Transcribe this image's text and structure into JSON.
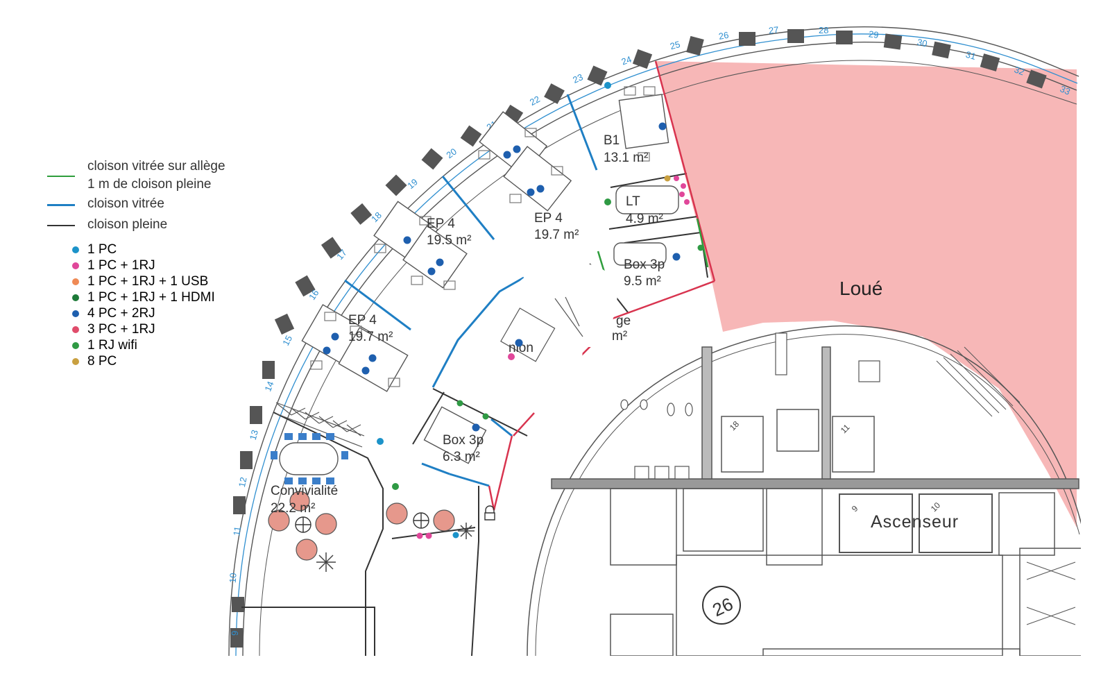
{
  "legend": {
    "lines": [
      {
        "label_1": "cloison vitrée sur allège",
        "label_2": "1 m de cloison pleine",
        "color": "#2e9d3c"
      },
      {
        "label": "cloison vitrée",
        "color": "#1f7fc4"
      },
      {
        "label": "cloison pleine",
        "color": "#333333"
      }
    ],
    "dots": [
      {
        "label": "1 PC",
        "color": "#1c93c9"
      },
      {
        "label": "1 PC + 1RJ",
        "color": "#e0479a"
      },
      {
        "label": "1 PC + 1RJ + 1 USB",
        "color": "#ef8a55"
      },
      {
        "label": "1 PC + 1RJ + 1 HDMI",
        "color": "#1d7a38"
      },
      {
        "label": "4 PC + 2RJ",
        "color": "#1e5fae"
      },
      {
        "label": "3 PC + 1RJ",
        "color": "#e04c6b"
      },
      {
        "label": "1 RJ wifi",
        "color": "#2f9a44"
      },
      {
        "label": "8 PC",
        "color": "#c9a040"
      }
    ]
  },
  "rooms": {
    "ep4_a": {
      "name": "EP 4",
      "area": "19.7 m²"
    },
    "ep4_b": {
      "name": "EP 4",
      "area": "19.5 m²"
    },
    "ep4_c": {
      "name": "EP 4",
      "area": "19.7 m²"
    },
    "b1": {
      "name": "B1",
      "area": "13.1 m²"
    },
    "lt": {
      "name": "LT",
      "area": "4.9 m²"
    },
    "box_a": {
      "name": "Box 3p",
      "area": "9.5 m²"
    },
    "box_b": {
      "name": "Box 3p",
      "area": "6.3 m²"
    },
    "convivialite": {
      "name": "Convivialité",
      "area": "22.2 m²"
    },
    "reunion": {
      "partial_1": "nion",
      "partial_2": "ge",
      "partial_3": "m²"
    },
    "loue": "Loué",
    "ascenseur": "Ascenseur",
    "stamp": "26"
  },
  "grid": {
    "outer": [
      "9",
      "10",
      "11",
      "12",
      "13",
      "14",
      "15",
      "16",
      "17",
      "18",
      "19",
      "20",
      "21",
      "22",
      "23",
      "24",
      "25",
      "26",
      "27",
      "28",
      "29",
      "30",
      "31",
      "32",
      "33"
    ],
    "inner": [
      "18",
      "11",
      "9",
      "10"
    ]
  },
  "colors": {
    "loue_fill": "#f7b7b7",
    "glass": "#1f7fc4",
    "solid": "#333333",
    "red_wall": "#d8344f",
    "blue_dot": "#1e5fae",
    "light_blue_dot": "#1c93c9"
  }
}
